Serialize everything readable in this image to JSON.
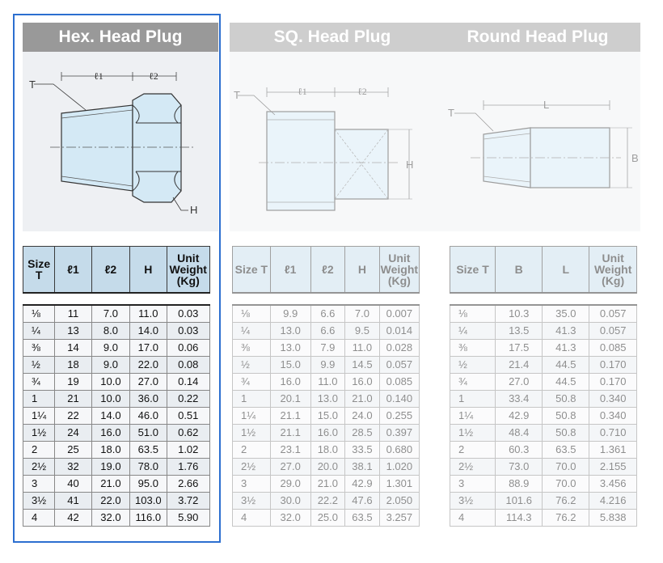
{
  "colors": {
    "header_band": "#999999",
    "table_header_bg": "#c5dbea",
    "plug_fill": "#d4e9f5",
    "selection_border": "#2c6fd0"
  },
  "panels": [
    {
      "title": "Hex. Head Plug",
      "diagram_labels": {
        "thread": "T",
        "len1": "ℓ1",
        "len2": "ℓ2",
        "size": "H"
      },
      "columns": [
        "Size T",
        "ℓ1",
        "ℓ2",
        "H",
        "Unit Weight (Kg)"
      ],
      "rows": [
        [
          "⅛",
          "11",
          "7.0",
          "11.0",
          "0.03"
        ],
        [
          "¼",
          "13",
          "8.0",
          "14.0",
          "0.03"
        ],
        [
          "⅜",
          "14",
          "9.0",
          "17.0",
          "0.06"
        ],
        [
          "½",
          "18",
          "9.0",
          "22.0",
          "0.08"
        ],
        [
          "¾",
          "19",
          "10.0",
          "27.0",
          "0.14"
        ],
        [
          "1",
          "21",
          "10.0",
          "36.0",
          "0.22"
        ],
        [
          "1¼",
          "22",
          "14.0",
          "46.0",
          "0.51"
        ],
        [
          "1½",
          "24",
          "16.0",
          "51.0",
          "0.62"
        ],
        [
          "2",
          "25",
          "18.0",
          "63.5",
          "1.02"
        ],
        [
          "2½",
          "32",
          "19.0",
          "78.0",
          "1.76"
        ],
        [
          "3",
          "40",
          "21.0",
          "95.0",
          "2.66"
        ],
        [
          "3½",
          "41",
          "22.0",
          "103.0",
          "3.72"
        ],
        [
          "4",
          "42",
          "32.0",
          "116.0",
          "5.90"
        ]
      ]
    },
    {
      "title": "SQ. Head Plug",
      "diagram_labels": {
        "thread": "T",
        "len1": "ℓ1",
        "len2": "ℓ2",
        "size": "H"
      },
      "columns": [
        "Size T",
        "ℓ1",
        "ℓ2",
        "H",
        "Unit Weight (Kg)"
      ],
      "rows": [
        [
          "⅛",
          "9.9",
          "6.6",
          "7.0",
          "0.007"
        ],
        [
          "¼",
          "13.0",
          "6.6",
          "9.5",
          "0.014"
        ],
        [
          "⅜",
          "13.0",
          "7.9",
          "11.0",
          "0.028"
        ],
        [
          "½",
          "15.0",
          "9.9",
          "14.5",
          "0.057"
        ],
        [
          "¾",
          "16.0",
          "11.0",
          "16.0",
          "0.085"
        ],
        [
          "1",
          "20.1",
          "13.0",
          "21.0",
          "0.140"
        ],
        [
          "1¼",
          "21.1",
          "15.0",
          "24.0",
          "0.255"
        ],
        [
          "1½",
          "21.1",
          "16.0",
          "28.5",
          "0.397"
        ],
        [
          "2",
          "23.1",
          "18.0",
          "33.5",
          "0.680"
        ],
        [
          "2½",
          "27.0",
          "20.0",
          "38.1",
          "1.020"
        ],
        [
          "3",
          "29.0",
          "21.0",
          "42.9",
          "1.301"
        ],
        [
          "3½",
          "30.0",
          "22.2",
          "47.6",
          "2.050"
        ],
        [
          "4",
          "32.0",
          "25.0",
          "63.5",
          "3.257"
        ]
      ]
    },
    {
      "title": "Round Head Plug",
      "diagram_labels": {
        "thread": "T",
        "len": "L",
        "size": "B"
      },
      "columns": [
        "Size T",
        "B",
        "L",
        "Unit Weight (Kg)"
      ],
      "rows": [
        [
          "⅛",
          "10.3",
          "35.0",
          "0.057"
        ],
        [
          "¼",
          "13.5",
          "41.3",
          "0.057"
        ],
        [
          "⅜",
          "17.5",
          "41.3",
          "0.085"
        ],
        [
          "½",
          "21.4",
          "44.5",
          "0.170"
        ],
        [
          "¾",
          "27.0",
          "44.5",
          "0.170"
        ],
        [
          "1",
          "33.4",
          "50.8",
          "0.340"
        ],
        [
          "1¼",
          "42.9",
          "50.8",
          "0.340"
        ],
        [
          "1½",
          "48.4",
          "50.8",
          "0.710"
        ],
        [
          "2",
          "60.3",
          "63.5",
          "1.361"
        ],
        [
          "2½",
          "73.0",
          "70.0",
          "2.155"
        ],
        [
          "3",
          "88.9",
          "70.0",
          "3.456"
        ],
        [
          "3½",
          "101.6",
          "76.2",
          "4.216"
        ],
        [
          "4",
          "114.3",
          "76.2",
          "5.838"
        ]
      ]
    }
  ]
}
